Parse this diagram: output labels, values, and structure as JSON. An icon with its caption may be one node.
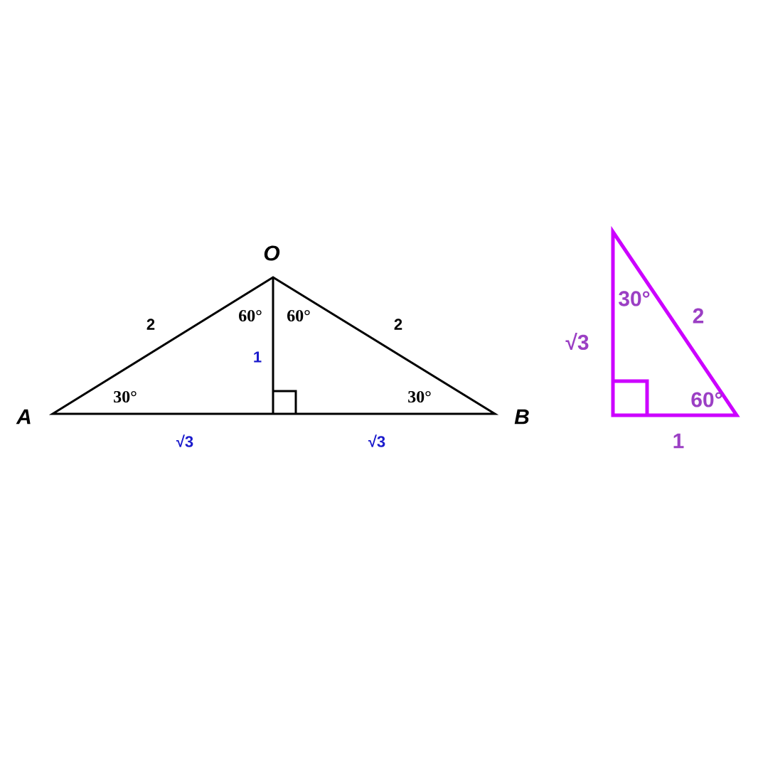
{
  "diagram": {
    "labels": [
      "O",
      "2",
      "60°",
      "60°",
      "2",
      "1",
      "A",
      "30°",
      "30°",
      "B",
      "√3",
      "√3",
      "30°",
      "2",
      "√3",
      "60°",
      "1"
    ]
  }
}
